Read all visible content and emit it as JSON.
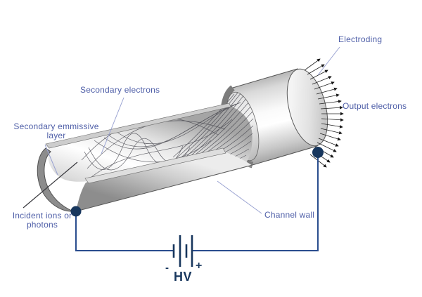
{
  "diagram": {
    "labels": {
      "electroding": "Electroding",
      "output_electrons": "Output electrons",
      "secondary_electrons": "Secondary electrons",
      "secondary_emissive_line1": "Secondary emmissive",
      "secondary_emissive_line2": "layer",
      "incident_line1": "Incident ions or",
      "incident_line2": "photons",
      "channel_wall": "Channel wall"
    },
    "power_supply": {
      "label": "HV",
      "negative_sign": "-",
      "positive_sign": "+"
    },
    "colors": {
      "label_text": "#4f5fa8",
      "leader_line": "#9aa3d2",
      "incident_ray": "#38383d",
      "circuit_wire": "#2a4d8e",
      "terminal_navy": "#17365d",
      "tube_gray": "#8c8c8c",
      "background": "#ffffff"
    }
  }
}
